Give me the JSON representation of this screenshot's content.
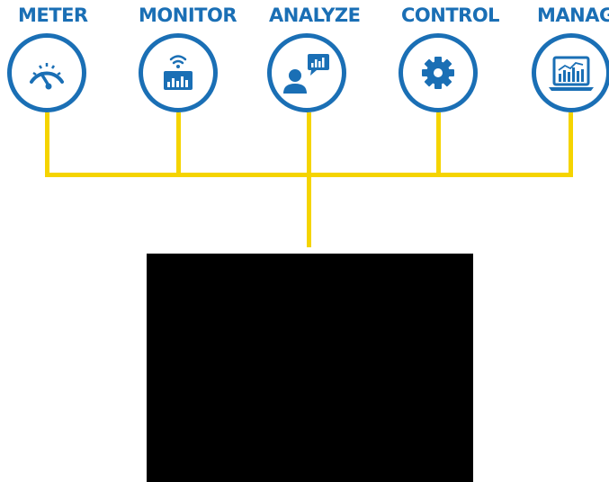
{
  "diagram": {
    "nodes": [
      {
        "id": "meter",
        "label": "METER",
        "icon": "gauge-icon"
      },
      {
        "id": "monitor",
        "label": "MONITOR",
        "icon": "wifi-screen-icon"
      },
      {
        "id": "analyze",
        "label": "ANALYZE",
        "icon": "person-chart-icon"
      },
      {
        "id": "control",
        "label": "CONTROL",
        "icon": "gear-icon"
      },
      {
        "id": "manage",
        "label": "MANAGE",
        "icon": "laptop-chart-icon"
      }
    ],
    "colors": {
      "icon_blue": "#1a6fb5",
      "connector_yellow": "#f5d400",
      "redaction_black": "#000000"
    }
  }
}
